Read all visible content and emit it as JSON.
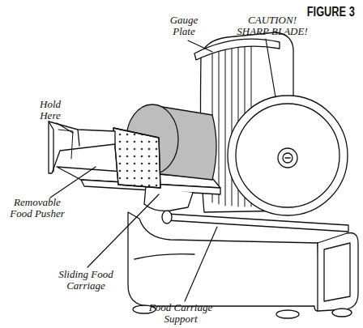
{
  "diagram": {
    "title": "FIGURE 3",
    "labels": [
      "Hold Here",
      "Gauge Plate",
      "CAUTION! SHARP BLADE!",
      "Removable Food Pusher",
      "Sliding Food Carriage",
      "Food Carriage Support"
    ]
  }
}
